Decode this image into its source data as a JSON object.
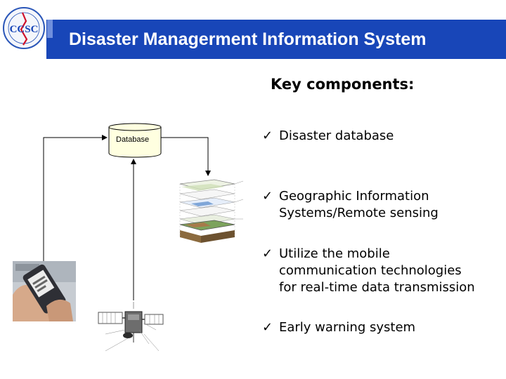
{
  "header": {
    "title": "Disaster Managerment Information System"
  },
  "logo": {
    "text": "CCSC"
  },
  "main": {
    "subtitle": "Key components:",
    "bullets": [
      "Disaster database",
      "Geographic Information\nSystems/Remote sensing",
      "Utilize the mobile\ncommunication technologies\nfor real-time data transmission",
      "Early warning system"
    ]
  },
  "diagram": {
    "database_label": "Database"
  },
  "colors": {
    "header": "#1846b8",
    "accent": "#6f8fdd"
  },
  "icons": {
    "bullet": "checkmark-icon"
  }
}
